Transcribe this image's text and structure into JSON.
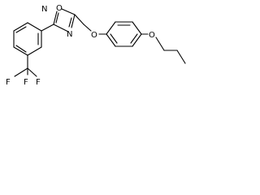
{
  "structure": {
    "atoms": {
      "ring_oxygen": "O",
      "ring_nitrogen_top": "N",
      "ring_nitrogen_bottom": "N",
      "ether_oxygen_1": "O",
      "ether_oxygen_2": "O",
      "fluorine_left": "F",
      "fluorine_center": "F",
      "fluorine_right": "F"
    },
    "colors": {
      "bond": "#000000",
      "label": "#000000",
      "background": "#ffffff"
    }
  }
}
